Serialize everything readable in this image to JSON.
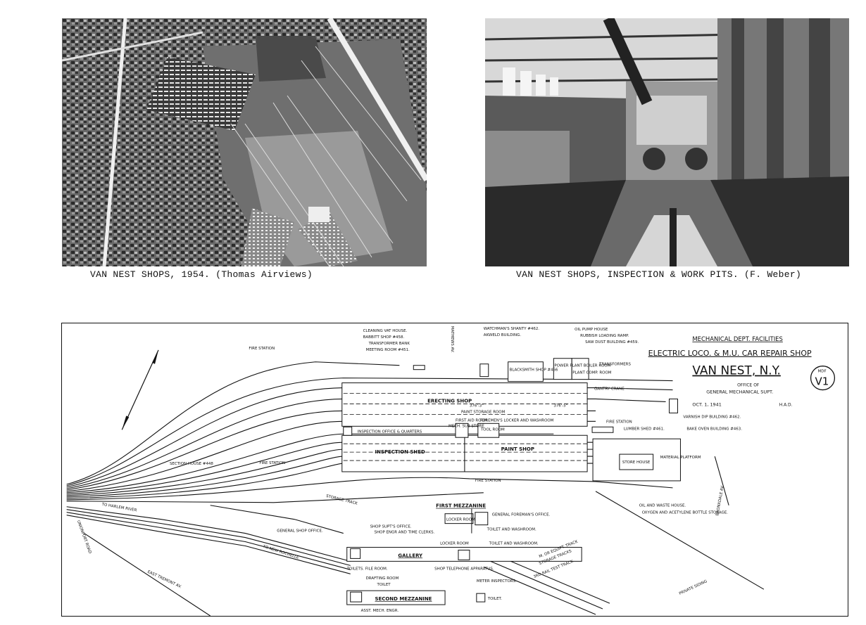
{
  "captions": {
    "photo1": "VAN NEST SHOPS, 1954. (Thomas Airviews)",
    "photo2": "VAN NEST SHOPS, INSPECTION & WORK PITS. (F. Weber)"
  },
  "plan": {
    "header": {
      "dept": "MECHANICAL DEPT. FACILITIES",
      "shop": "ELECTRIC LOCO. & M.U. CAR REPAIR SHOP",
      "place": "VAN NEST, N.Y.",
      "office1": "OFFICE OF",
      "office2": "GENERAL MECHANICAL SUPT.",
      "date": "OCT. 1, 1941",
      "initials": "H.A.D.",
      "badge_small": "MDF",
      "badge_big": "V1"
    },
    "labels": {
      "fire_station_1": "FIRE STATION",
      "fire_station_2": "FIRE STATION",
      "fire_station_3": "FIRE STATION",
      "fire_station_4": "FIRE STATION",
      "cleaning_vat": "CLEANING VAT HOUSE.",
      "babbitt": "BABBITT SHOP #458.",
      "transformer_bank": "TRANSFORMER BANK",
      "meeting_room": "MEETING ROOM #451.",
      "watchman": "WATCHMAN'S SHANTY #462.",
      "akweld": "AKWELD BUILDING.",
      "oil_pump": "OIL PUMP HOUSE",
      "rubbish": "RUBBISH LOADING RAMP.",
      "saw_dust": "SAW DUST BUILDING #459.",
      "transformers": "TRANSFORMERS",
      "blacksmith": "BLACKSMITH SHOP #456",
      "power_plant": "POWER PLANT BOILER ROOM",
      "plant_comp": "PLANT COMP. ROOM",
      "mathews": "MATHEWS AV.",
      "erecting_shop": "ERECTING SHOP",
      "gantry_crane": "GANTRY CRANE",
      "paint_storage": "PAINT STORAGE ROOM",
      "first_aid": "FIRST AID ROOM",
      "mech_sub": "MECH. SUB STORE",
      "foremens": "FOREMEN'S LOCKER AND WASHROOM",
      "tool_room": "TOOL ROOM",
      "dim1": "376'-3\"",
      "dim2": "376'-5\"",
      "inspection_office": "INSPECTION OFFICE & QUARTERS",
      "inspection_shed": "INSPECTION SHED",
      "paint_shop": "PAINT SHOP",
      "varnish": "VARNISH DIP BUILDING #462.",
      "bake_oven": "BAKE OVEN BUILDING #463.",
      "lumber": "LUMBER SHED #461.",
      "store_house": "STORE HOUSE",
      "material_platform": "MATERIAL PLATFORM",
      "oil_waste": "OIL AND WASTE HOUSE.",
      "oxygen": "OXYGEN AND ACETYLENE BOTTLE STORAGE.",
      "bronxdale": "BRONXDALE AV.",
      "section_house": "SECTION HOUSE #448",
      "to_harlem": "TO HARLEM RIVER",
      "storage_track": "STORAGE TRACK",
      "unionport": "UNIONPORT ROAD",
      "to_new_rochelle": "TO NEW ROCHELLE",
      "east_tremont": "EAST TREMONT AV.",
      "first_mezzanine": "FIRST MEZZANINE",
      "locker_room_1": "LOCKER ROOM",
      "gen_foreman": "GENERAL FOREMAN'S OFFICE.",
      "toilet_wash_1": "TOILET AND WASHROOM.",
      "shop_supt": "SHOP SUPT'S OFFICE.",
      "shop_engr": "SHOP ENGR AND TIME CLERKS.",
      "gen_shop_office": "GENERAL SHOP OFFICE.",
      "locker_room_2": "LOCKER ROOM",
      "toilet_wash_2": "TOILET AND WASHROOM.",
      "gallery": "GALLERY",
      "toilets_file": "TOILETS. FILE ROOM.",
      "shop_telephone": "SHOP TELEPHONE APPARATUS.",
      "drafting": "DRAFTING ROOM",
      "toilet_1": "TOILET",
      "meter": "METER INSPECTORS.",
      "second_mezzanine": "SECOND MEZZANINE",
      "toilet_2": "TOILET.",
      "asst_mech": "ASST. MECH. ENGR.",
      "equip_track": "M. OR EQUIPT. TRACK",
      "storage_tracks": "STORAGE TRACKS",
      "third_rail": "3RD RAIL TEST TRACK",
      "private_siding": "PRIVATE SIDING"
    }
  }
}
